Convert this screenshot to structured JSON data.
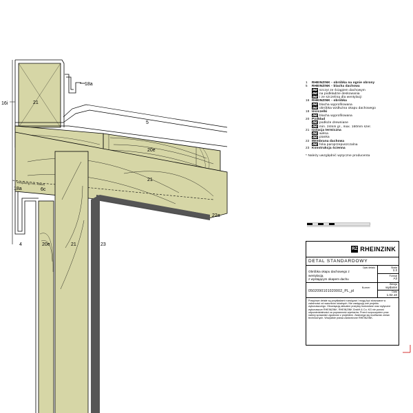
{
  "labels": {
    "l16i": "16i",
    "l18a_top": "18a",
    "l21_top": "21",
    "l5": "5",
    "l20e_mid": "20e",
    "l21_mid": "21",
    "l18a_left": "18a",
    "l6c": "6c",
    "l22a": "22a",
    "l4": "4",
    "l20e_low": "20e",
    "l21_low": "21",
    "l23": "23",
    "hint": "Vorsprung min. 40mm"
  },
  "legend": [
    {
      "num": "1",
      "text": "RHEINZINK - obróbka na ognie obrony"
    },
    {
      "num": "5",
      "text": "RHEINZINK - blacha dachowa",
      "subs": [
        "szczyt ze ściągiem dachowym",
        "na podkładzie deskowania",
        "i ze szczeliną dla wentylacji"
      ]
    },
    {
      "num": "16",
      "text": "RHEINZINK - obróbka",
      "subs": [
        "blacha wyprofilowana",
        "obróbka wzdłużna okapu dachowego"
      ]
    },
    {
      "num": "18",
      "text": "Uszczelki",
      "subs": [
        "blacha wyprofilowana"
      ]
    },
    {
      "num": "20",
      "text": "Podkład",
      "subs": [
        "podłoże drewniane",
        "min. 24mm gr., max. 160mm szer."
      ]
    },
    {
      "num": "21",
      "text": "Izolacja termiczna",
      "subs": [
        "wełna",
        "pianka"
      ]
    },
    {
      "num": "22",
      "text": "Membrana dachowa",
      "subs": [
        "folia paroprzepuszczalna"
      ]
    },
    {
      "num": "23",
      "text": "Konstrukcja ścienna"
    }
  ],
  "legend_note": "* Należy uwzględnić wytyczne producenta",
  "titleblock": {
    "brand": "RHEINZINK",
    "heading": "DETAL STANDARDOWY",
    "desc_label": "Opis detalu",
    "desc_lines": [
      "Obróbka okapu dachowego z",
      "wentylacją",
      "z wystającym okapem dachu"
    ],
    "scale_label": "Skala",
    "scale_value": "1:2",
    "format_label": "Format",
    "format_value": "A3",
    "number_label": "Numer",
    "code": "0502090101020002_PL_pl",
    "version_label": "Wersja",
    "version_value": "wydanie",
    "date_label": "Data",
    "date_value": "1.02.10",
    "notes": "Powyższe detale są przykładami rozwiązań i mogą być stosowane w zależności od warunków lokalnych. Nie zastępują one projektu wykonawczego. Obowiązują aktualne przepisy budowlane oraz wytyczne wykonawcze RHEINZINK. RHEINZINK GmbH & Co. KG nie ponosi odpowiedzialności za poprawność wymiarów. Przed rozpoczęciem prac należy sprawdzić zgodność z projektem. Zastrzega się możliwość zmian technicznych. Wszystkie prawa zastrzeżone RHEINZINK."
  }
}
